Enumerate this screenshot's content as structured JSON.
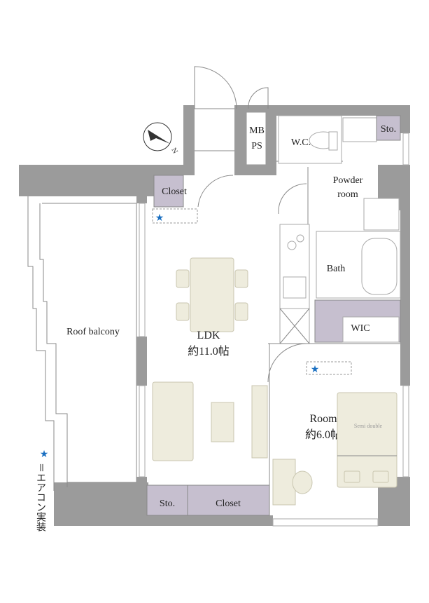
{
  "rooms": {
    "roof_balcony": "Roof balcony",
    "closet_entry": "Closet",
    "mb_ps_line1": "MB",
    "mb_ps_line2": "PS",
    "wc": "W.C.",
    "storage_top": "Sto.",
    "powder_room_line1": "Powder",
    "powder_room_line2": "room",
    "bath": "Bath",
    "wic": "WIC",
    "ldk": "LDK",
    "ldk_size": "約11.0帖",
    "room": "Room",
    "room_size": "約6.0帖",
    "bed": "Semi double",
    "storage_bottom": "Sto.",
    "closet_bottom": "Closet"
  },
  "legend": {
    "star": "★",
    "text": "＝エアコン実装"
  },
  "compass": {
    "label": "N"
  },
  "colors": {
    "wall": "#9b9b9b",
    "closet": "#c6bfcf",
    "furniture": "#eeecdd",
    "aircon_star": "#1a6fc1"
  }
}
